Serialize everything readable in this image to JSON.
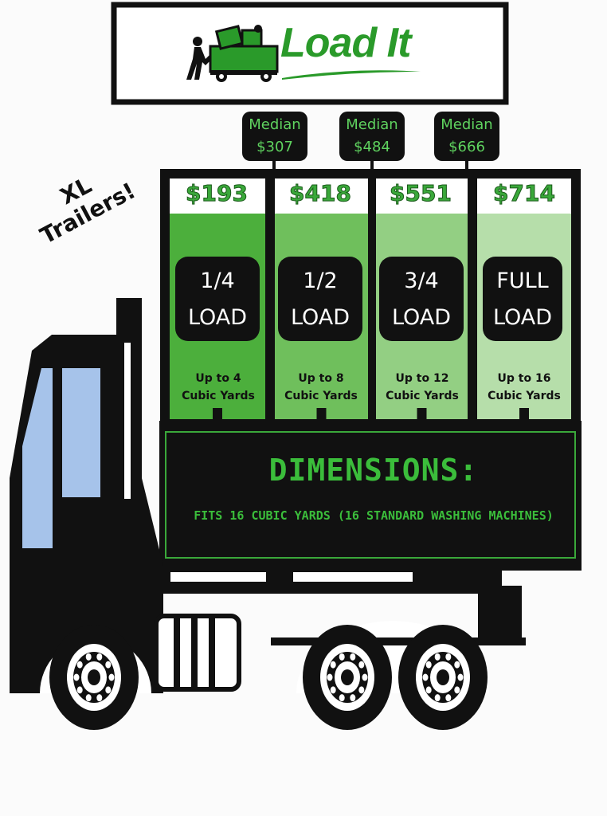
{
  "brand": {
    "name": "Load It",
    "colors": {
      "green": "#2a9a2a",
      "dark": "#111111",
      "light_green": "#5fd35f"
    }
  },
  "tagline": "XL Trailers!",
  "medians": [
    {
      "label": "Median",
      "value": "$307"
    },
    {
      "label": "Median",
      "value": "$484"
    },
    {
      "label": "Median",
      "value": "$666"
    }
  ],
  "tiers": [
    {
      "price": "$193",
      "fraction": "1/4",
      "load": "LOAD",
      "capacity_line1": "Up to 4",
      "capacity_line2": "Cubic Yards",
      "color": "#4caf3c"
    },
    {
      "price": "$418",
      "fraction": "1/2",
      "load": "LOAD",
      "capacity_line1": "Up to 8",
      "capacity_line2": "Cubic Yards",
      "color": "#6fbf5c"
    },
    {
      "price": "$551",
      "fraction": "3/4",
      "load": "LOAD",
      "capacity_line1": "Up to 12",
      "capacity_line2": "Cubic Yards",
      "color": "#93cf83"
    },
    {
      "price": "$714",
      "fraction": "FULL",
      "load": "LOAD",
      "capacity_line1": "Up to 16",
      "capacity_line2": "Cubic Yards",
      "color": "#b6deaa"
    }
  ],
  "dimensions": {
    "title": "DIMENSIONS:",
    "subtitle": "FITS 16 CUBIC YARDS (16 STANDARD WASHING MACHINES)"
  },
  "icons": [
    "worker-loading-truck-icon",
    "truck-illustration-icon"
  ]
}
